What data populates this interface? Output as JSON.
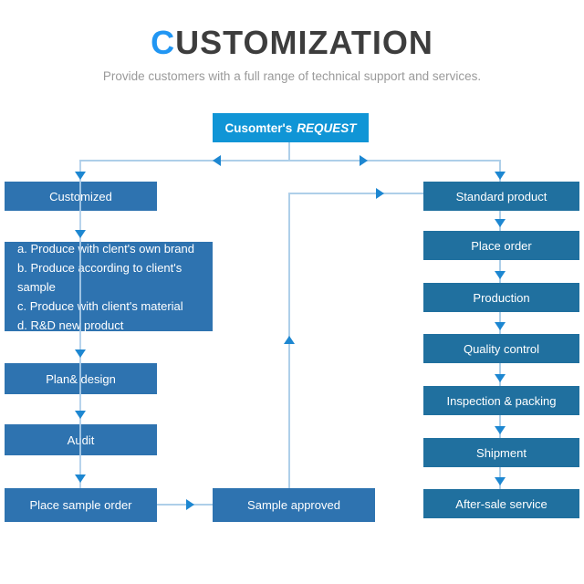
{
  "title": {
    "accent": "C",
    "rest": "USTOMIZATION"
  },
  "subtitle": "Provide customers with a full range of technical support and services.",
  "request_box": {
    "text": "Cusomter's",
    "emphasis": "REQUEST"
  },
  "left_flow": {
    "customized": "Customized",
    "details": [
      "a. Produce with clent's own brand",
      "b. Produce according to client's sample",
      "c. Produce with client's material",
      "d. R&D new product"
    ],
    "plan_design": "Plan& design",
    "audit": "Audit",
    "place_sample_order": "Place sample order",
    "sample_approved": "Sample approved"
  },
  "right_flow": {
    "items": [
      "Standard product",
      "Place order",
      "Production",
      "Quality control",
      "Inspection & packing",
      "Shipment",
      "After-sale service"
    ]
  },
  "colors": {
    "accent": "#2196f3",
    "title_text": "#3d3d3d",
    "subtitle_text": "#9a9a9a",
    "request_box": "#1095d6",
    "left_box": "#2e73b0",
    "right_box": "#20709f",
    "line": "#aecfe9",
    "arrow": "#1d87d1"
  }
}
